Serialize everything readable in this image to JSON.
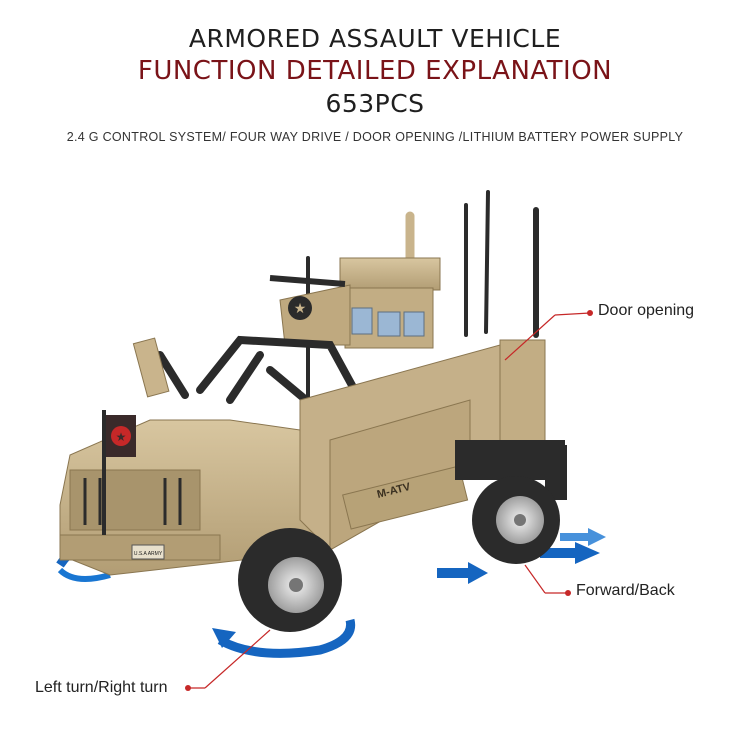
{
  "header": {
    "title_line1": "ARMORED ASSAULT VEHICLE",
    "title_line2": "FUNCTION DETAILED EXPLANATION",
    "title_line3": "653PCS",
    "features": "2.4 G CONTROL SYSTEM/ FOUR WAY DRIVE / DOOR OPENING /LITHIUM BATTERY POWER SUPPLY"
  },
  "callouts": {
    "door": "Door opening",
    "forward_back": "Forward/Back",
    "turn": "Left turn/Right turn"
  },
  "vehicle": {
    "side_label": "M-ATV",
    "plate": "U.S.A ARMY"
  },
  "colors": {
    "title_dark": "#1f1f1f",
    "title_accent": "#7a1318",
    "callout_line": "#c62828",
    "arrow_blue": "#1565c0",
    "body_tan": "#c9b48c",
    "body_shadow": "#a8946c",
    "dark_parts": "#2b2b2b"
  }
}
